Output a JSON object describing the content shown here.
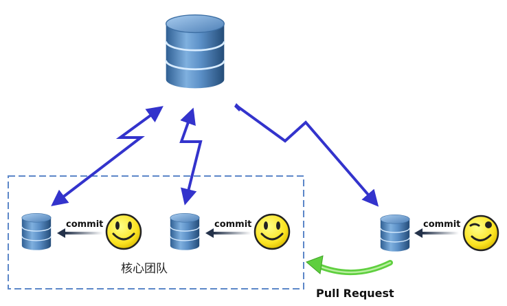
{
  "labels": {
    "commit": "commit",
    "team": "核心团队",
    "pull_request": "Pull Request"
  },
  "icons": {
    "server": "database-icon",
    "member_happy": "smiley-icon",
    "member_wink": "winking-smiley-icon"
  },
  "colors": {
    "arrow_blue": "#3333cc",
    "pull_request_green": "#5fcf3f",
    "team_border": "#5b86c8",
    "smiley_fill": "#ffee33",
    "db_blue": "#4f82b8"
  }
}
